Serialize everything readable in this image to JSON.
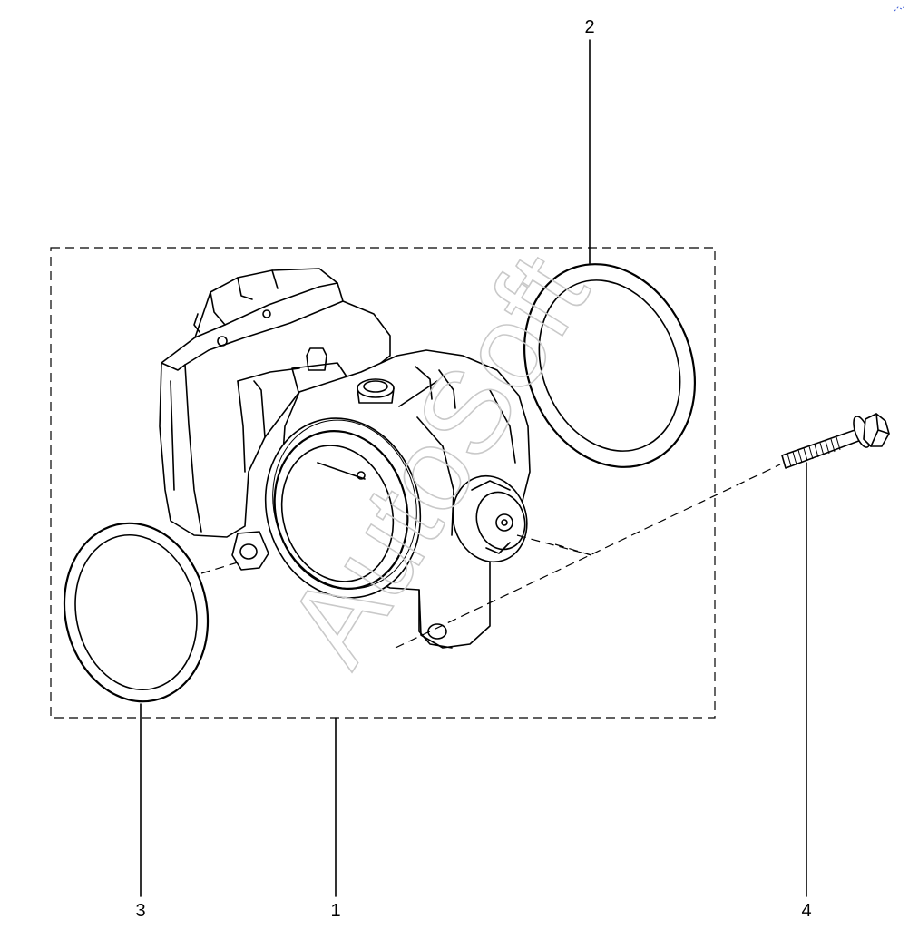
{
  "diagram": {
    "callouts": [
      {
        "id": "1",
        "label": "1"
      },
      {
        "id": "2",
        "label": "2"
      },
      {
        "id": "3",
        "label": "3"
      },
      {
        "id": "4",
        "label": "4"
      }
    ],
    "watermark": "AutoSoft",
    "colors": {
      "line": "#000000",
      "watermark": "#c9c9c9",
      "background": "#ffffff"
    }
  }
}
